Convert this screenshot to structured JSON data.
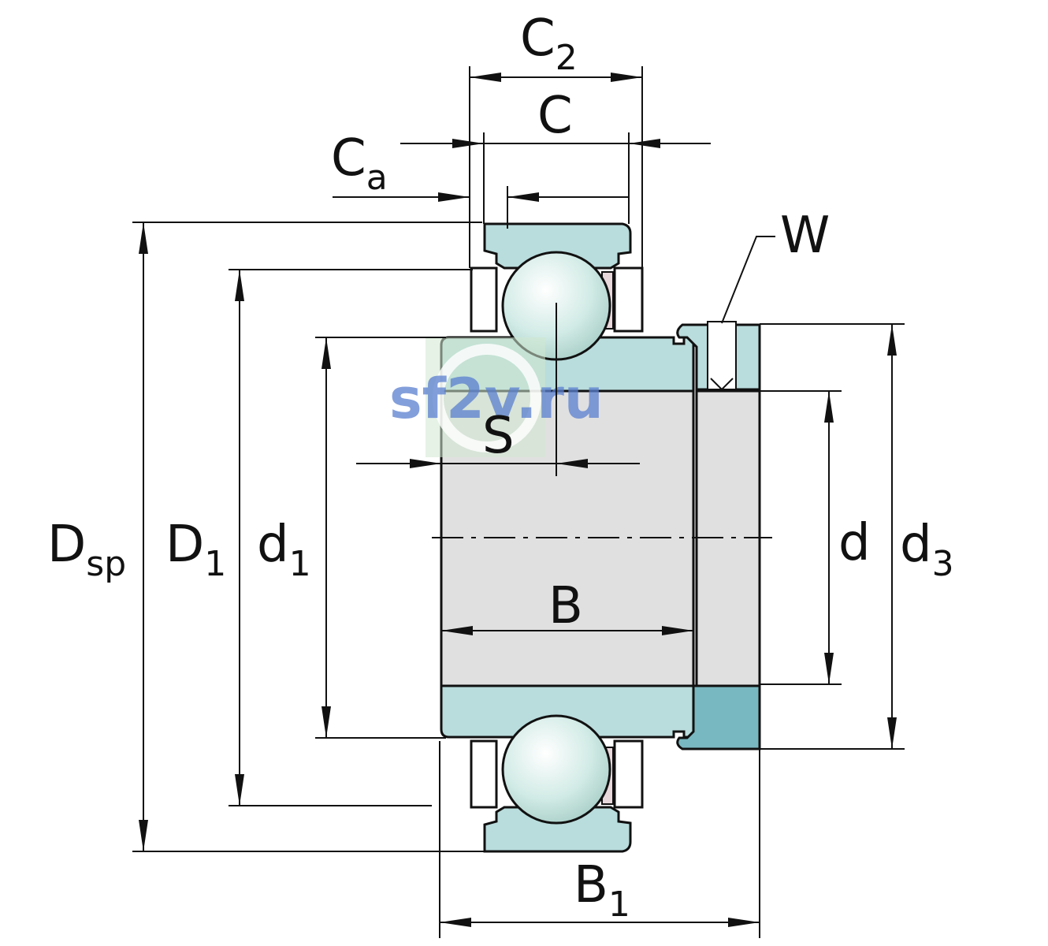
{
  "diagram": {
    "labels": {
      "C2": {
        "main": "C",
        "sub": "2"
      },
      "C": {
        "main": "C"
      },
      "Ca": {
        "main": "C",
        "sub": "a"
      },
      "W": {
        "main": "W"
      },
      "S": {
        "main": "S"
      },
      "Dsp": {
        "main": "D",
        "sub": "sp"
      },
      "D1": {
        "main": "D",
        "sub": "1"
      },
      "d1": {
        "main": "d",
        "sub": "1"
      },
      "d": {
        "main": "d"
      },
      "d3": {
        "main": "d",
        "sub": "3"
      },
      "B": {
        "main": "B"
      },
      "B1": {
        "main": "B",
        "sub": "1"
      }
    },
    "watermark": "sf2v.ru",
    "colors": {
      "ring": "#b9dcdc",
      "collar": "#78b8c0",
      "sleeve": "#e0e0e0",
      "ball": "#d2ebe6",
      "cage": "#e8d8dc",
      "line": "#111111"
    }
  }
}
